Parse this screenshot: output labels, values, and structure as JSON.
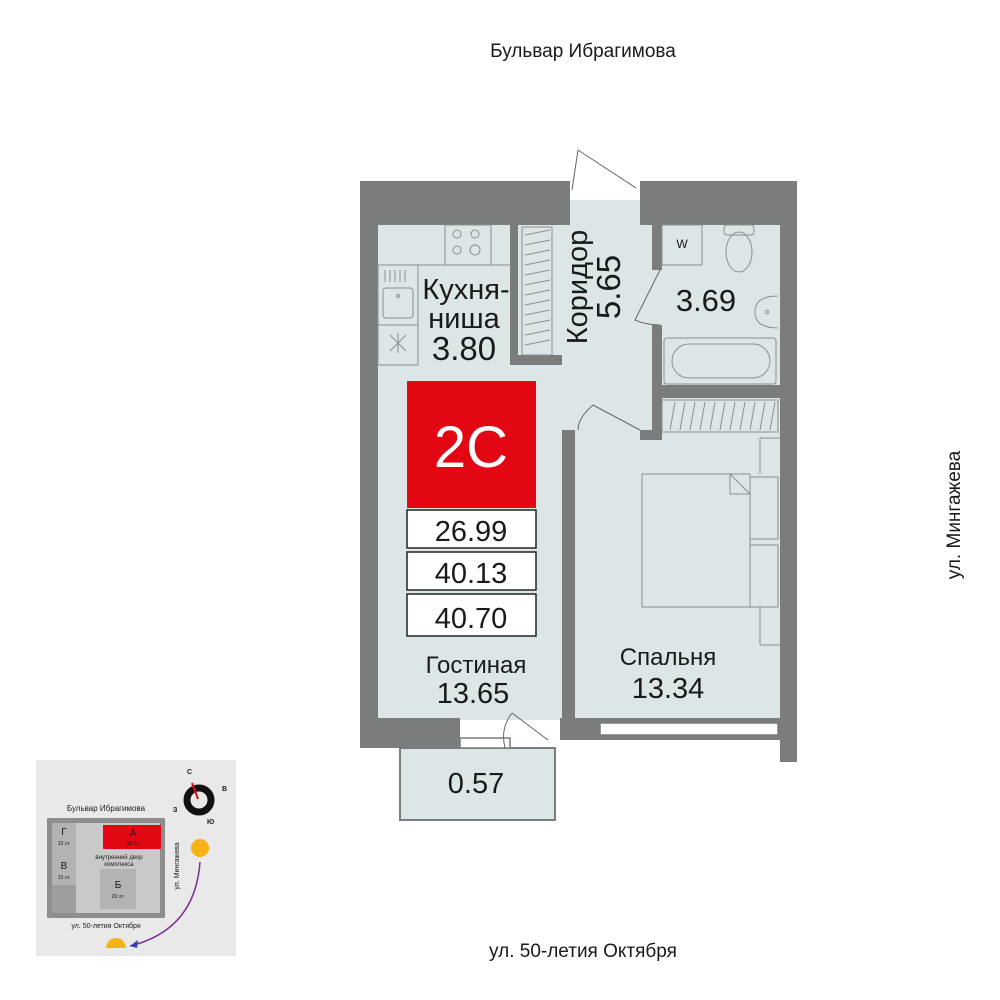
{
  "streets": {
    "north": "Бульвар Ибрагимова",
    "east": "ул. Мингажева",
    "south": "ул. 50-летия Октября"
  },
  "apartment": {
    "type": "2С",
    "living_area": "26.99",
    "total_area": "40.13",
    "total_area_with_balcony": "40.70"
  },
  "rooms": {
    "kitchen": {
      "name_line1": "Кухня-",
      "name_line2": "ниша",
      "area": "3.80"
    },
    "corridor": {
      "name": "Коридор",
      "area": "5.65"
    },
    "bathroom": {
      "area": "3.69"
    },
    "living": {
      "name": "Гостиная",
      "area": "13.65"
    },
    "bedroom": {
      "name": "Спальня",
      "area": "13.34"
    },
    "balcony": {
      "area": "0.57"
    },
    "washer_label": "W"
  },
  "minimap": {
    "north_street": "Бульвар Ибрагимова",
    "east_street": "ул. Мингажева",
    "south_street": "ул. 50-летия Октября",
    "courtyard_line1": "внутренний двор",
    "courtyard_line2": "комплекса",
    "buildings": [
      {
        "letter": "Г",
        "floors": "15 эт."
      },
      {
        "letter": "В",
        "floors": "15 эт."
      },
      {
        "letter": "А",
        "floors": "33 эт."
      },
      {
        "letter": "Б",
        "floors": "20 эт."
      }
    ],
    "compass": {
      "n": "С",
      "e": "В",
      "w": "З",
      "s": "Ю"
    }
  },
  "colors": {
    "wall": "#7a7d7b",
    "floor": "#dce6e7",
    "accent": "#e30613"
  }
}
